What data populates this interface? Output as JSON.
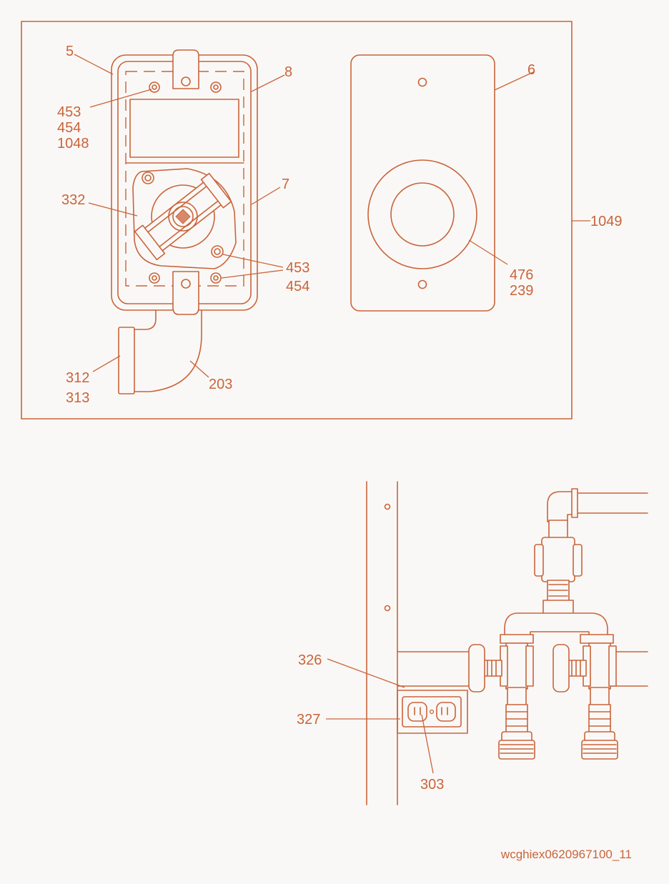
{
  "colors": {
    "stroke": "#c9643a",
    "label": "#c9643a",
    "background": "#faf8f6",
    "id_text": "#c9643a"
  },
  "labels": {
    "l5": "5",
    "l8": "8",
    "l6": "6",
    "l453a": "453",
    "l454a": "454",
    "l1048": "1048",
    "l7": "7",
    "l332": "332",
    "l1049": "1049",
    "l453b": "453",
    "l454b": "454",
    "l476": "476",
    "l239": "239",
    "l312": "312",
    "l313": "313",
    "l203": "203",
    "l326": "326",
    "l327": "327",
    "l303": "303"
  },
  "document_id": "wcghiex0620967100_11"
}
